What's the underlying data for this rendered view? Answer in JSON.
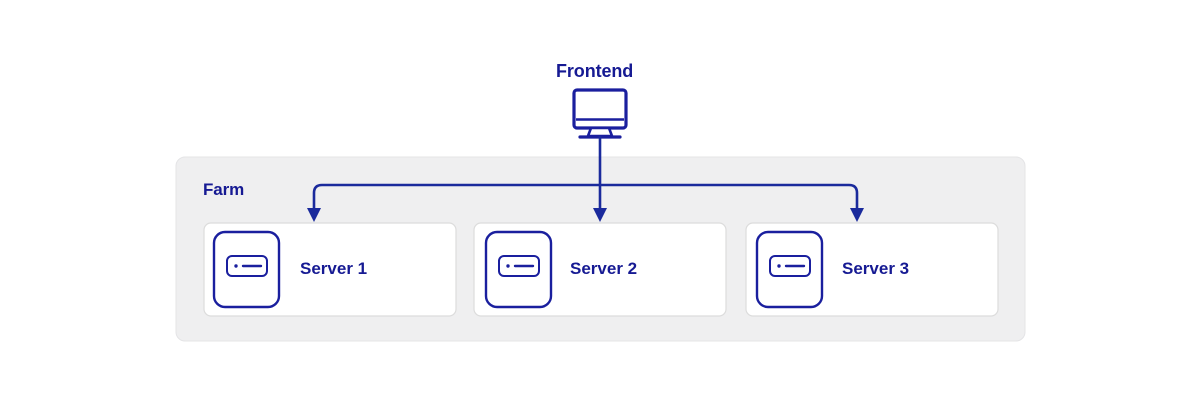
{
  "diagram": {
    "title_node": {
      "label": "Frontend",
      "icon": "monitor-icon"
    },
    "group": {
      "label": "Farm",
      "fill": "#efeff0",
      "border": "#e2e2e4"
    },
    "nodes": [
      {
        "label": "Server 1",
        "icon": "server-icon"
      },
      {
        "label": "Server 2",
        "icon": "server-icon"
      },
      {
        "label": "Server 3",
        "icon": "server-icon"
      }
    ],
    "colors": {
      "accent": "#161a93",
      "line": "#1a2a9c",
      "card_bg": "#ffffff",
      "card_border": "#dedede",
      "page_bg": "#ffffff"
    },
    "connectors": [
      {
        "from": "Frontend",
        "to": "Server 1",
        "type": "elbow-arrow"
      },
      {
        "from": "Frontend",
        "to": "Server 2",
        "type": "straight-arrow"
      },
      {
        "from": "Frontend",
        "to": "Server 3",
        "type": "elbow-arrow"
      }
    ]
  }
}
